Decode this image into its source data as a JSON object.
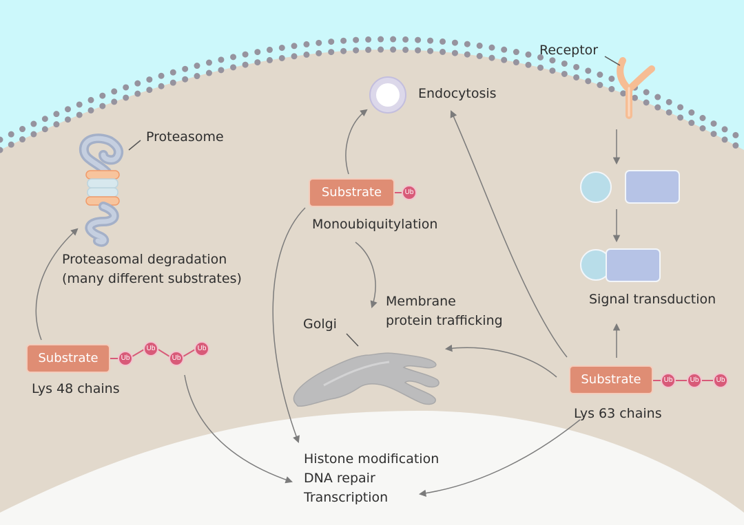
{
  "colors": {
    "sky": "#ccf8fb",
    "cytoplasm": "#e2d9cc",
    "nucleus": "#f7f7f5",
    "membrane_dot": "#96939e",
    "substrate": "#df8d74",
    "ubiquitin": "#d85a78",
    "signal_protein": "#b6c3e6",
    "receptor": "#f6bd94",
    "golgi": "#bcbcbd",
    "arrow": "#7b7b7b"
  },
  "labels": {
    "receptor": "Receptor",
    "endocytosis": "Endocytosis",
    "proteasome": "Proteasome",
    "proteasomal_line1": "Proteasomal degradation",
    "proteasomal_line2": "(many different substrates)",
    "monoubiquitylation": "Monoubiquitylation",
    "membrane_line1": "Membrane",
    "membrane_line2": "protein trafficking",
    "golgi": "Golgi",
    "signal_transduction": "Signal transduction",
    "lys48": "Lys 48 chains",
    "lys63": "Lys 63 chains",
    "nucleus_line1": "Histone modification",
    "nucleus_line2": "DNA repair",
    "nucleus_line3": "Transcription"
  },
  "substrate_label": "Substrate",
  "ub_label": "Ub",
  "icons": [
    "proteasome-icon",
    "vesicle-icon",
    "receptor-icon",
    "golgi-icon",
    "signal-protein-icon"
  ]
}
